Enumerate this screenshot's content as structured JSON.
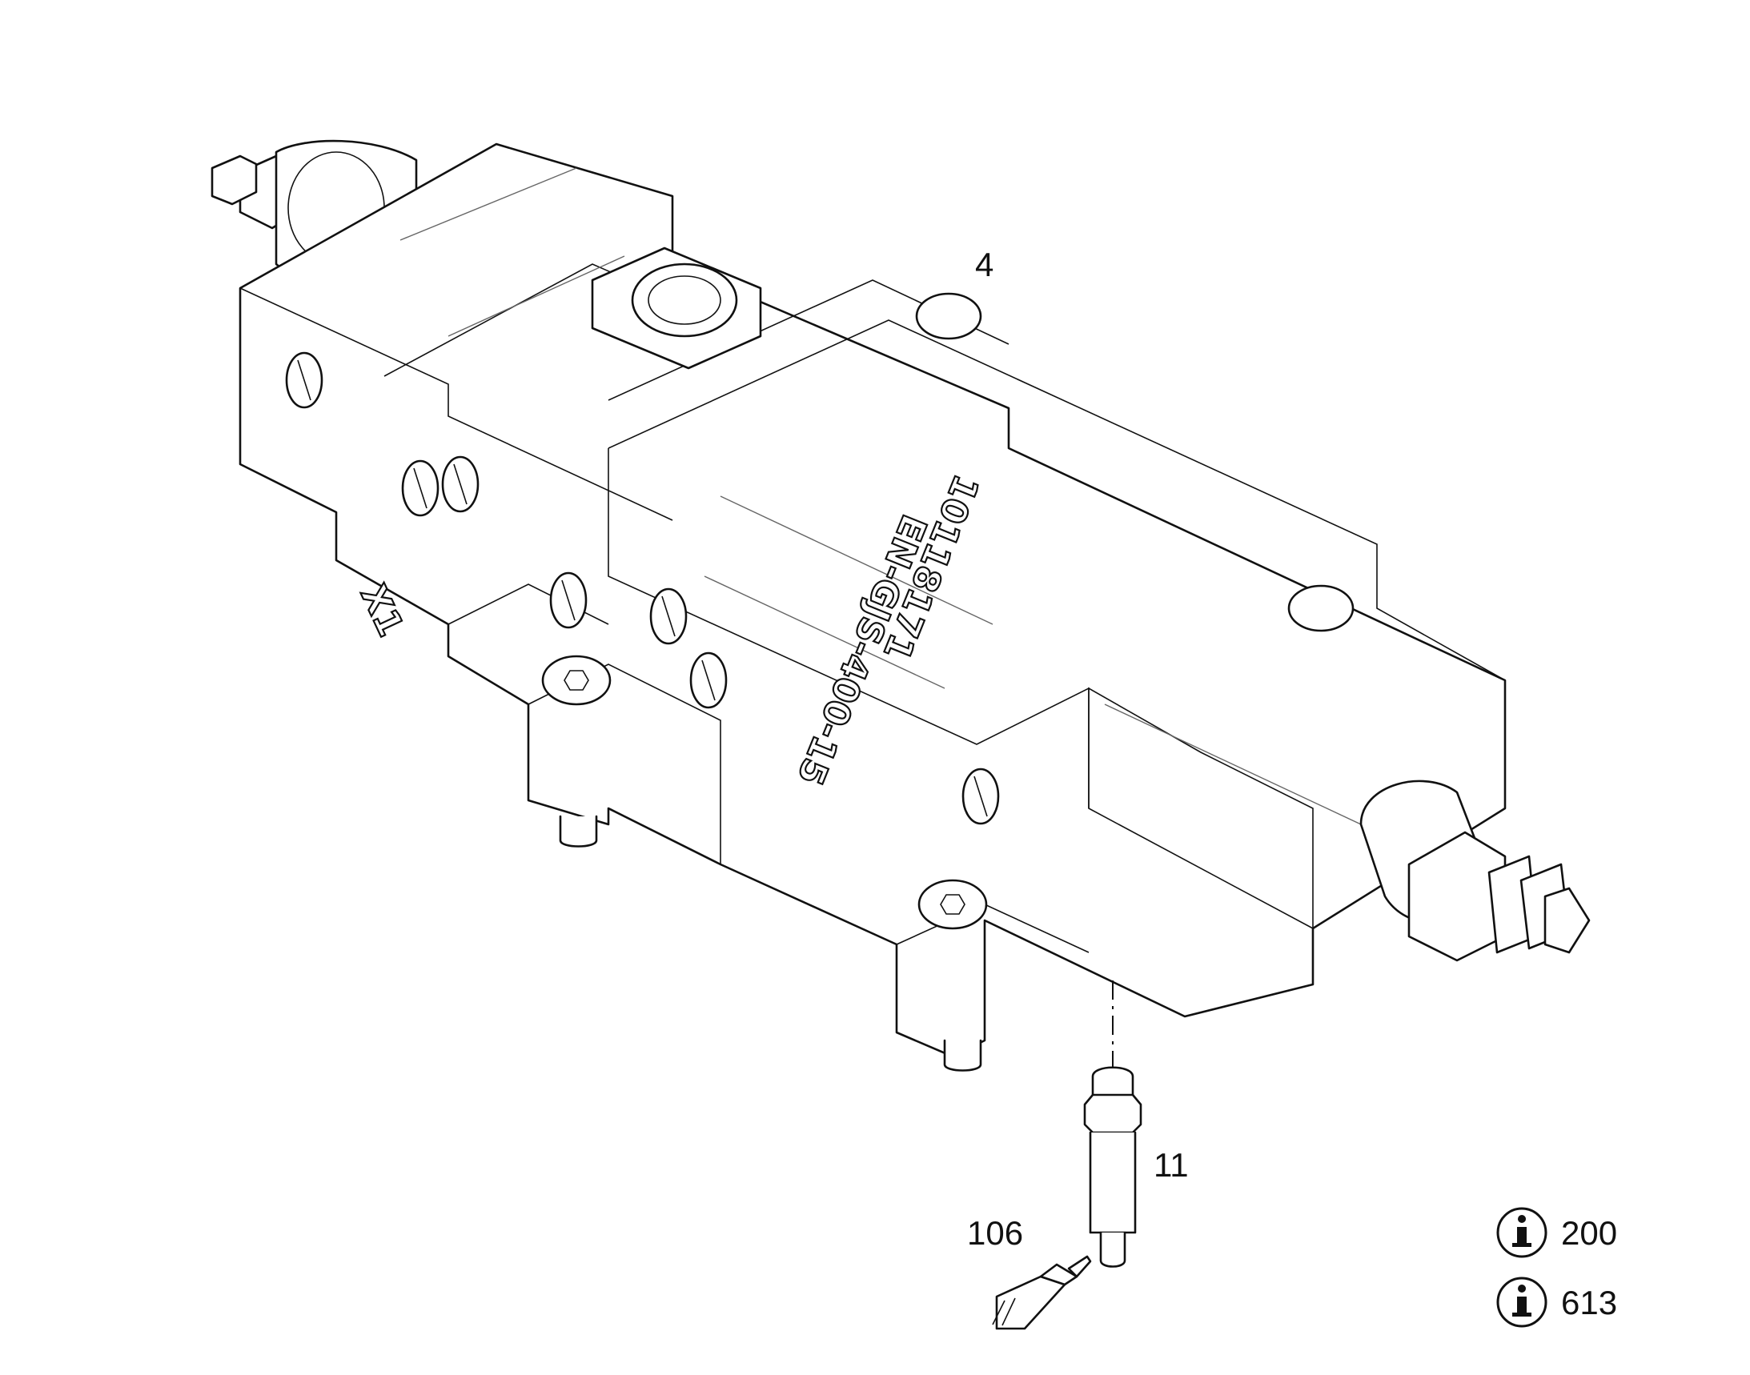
{
  "diagram": {
    "callouts": [
      {
        "id": "4",
        "label": "4"
      },
      {
        "id": "11",
        "label": "11"
      },
      {
        "id": "106",
        "label": "106"
      }
    ],
    "housing_markings": {
      "port_label": "X1",
      "cast_line_1": "10118171",
      "cast_line_2": "EN-GJS-400-15"
    },
    "info_references": [
      {
        "icon": "info-icon",
        "number": "200"
      },
      {
        "icon": "info-icon",
        "number": "613"
      }
    ]
  }
}
